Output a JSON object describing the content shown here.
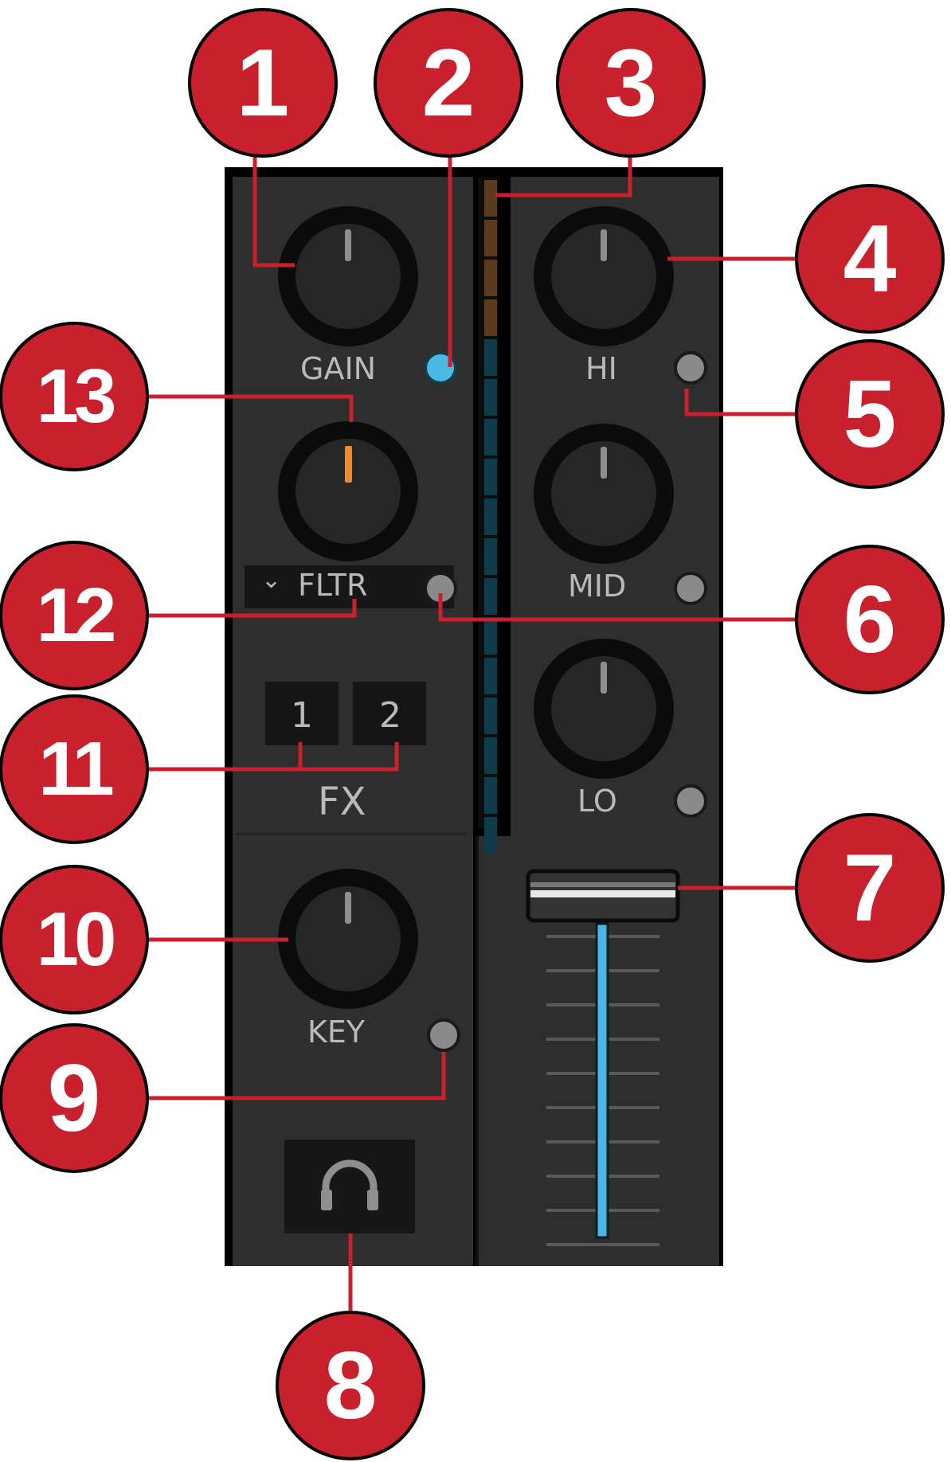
{
  "callouts": [
    "1",
    "2",
    "3",
    "4",
    "5",
    "6",
    "7",
    "8",
    "9",
    "10",
    "11",
    "12",
    "13"
  ],
  "labels": {
    "gain": "GAIN",
    "filter": "FLTR",
    "filter_arrow": "⌄",
    "fx_1": "1",
    "fx_2": "2",
    "fx": "FX",
    "key": "KEY",
    "hi": "HI",
    "mid": "MID",
    "lo": "LO"
  },
  "state": {
    "gain_led_on": true,
    "filter_active": true,
    "crossfader_level": 1.0
  },
  "colors": {
    "callout": "#c8202c",
    "panel": "#2e2e2e",
    "led_on": "#4fc4ef",
    "led_off": "#8a8a8a",
    "filter_indicator": "#f08a24",
    "fader_bar": "#49b7e6",
    "meter_orange": "#5a3a1c",
    "meter_blue": "#0f3b4b"
  }
}
